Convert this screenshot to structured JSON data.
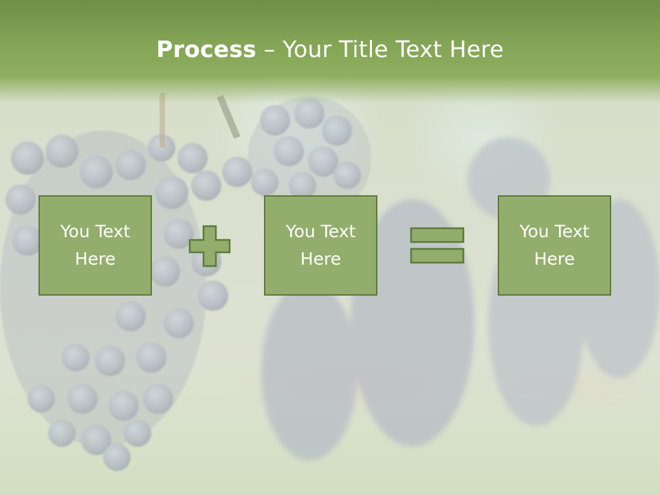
{
  "slide": {
    "title_bold": "Process",
    "title_rest": " – Your Title Text Here"
  },
  "boxes": [
    {
      "label": "You Text Here"
    },
    {
      "label": "You Text Here"
    },
    {
      "label": "You Text Here"
    }
  ],
  "operators": {
    "plus": "plus-icon",
    "equals": "equals-icon"
  },
  "colors": {
    "title_band": "#83a456",
    "box_fill": "#93ae6c",
    "box_border": "#5b7a38",
    "text": "#ffffff"
  }
}
